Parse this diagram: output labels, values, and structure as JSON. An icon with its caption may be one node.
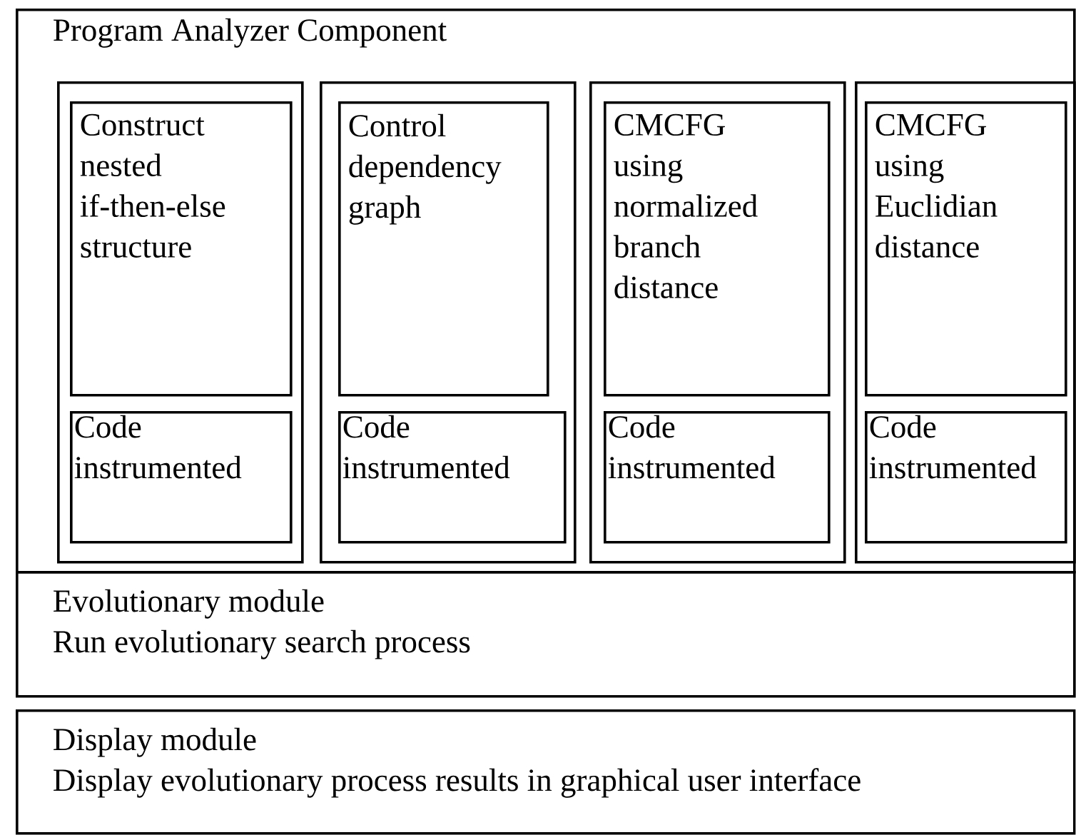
{
  "diagram": {
    "nodes": [
      {
        "text": [
          "Program Analyzer Component"
        ]
      },
      {
        "text": [],
        "shape": "box",
        "in": 0
      },
      {
        "text": [
          "Construct nested if-then-else structure"
        ],
        "in": 1
      },
      {
        "text": [
          "Code instrumented"
        ],
        "in": 1
      },
      {
        "text": [],
        "shape": "box",
        "in": 0
      },
      {
        "text": [
          "Control dependency graph"
        ],
        "in": 4
      },
      {
        "text": [
          "Code instrumented"
        ],
        "in": 4
      },
      {
        "text": [],
        "shape": "box",
        "in": 0
      },
      {
        "text": [
          "CMCFG using normalized branch distance"
        ],
        "in": 7
      },
      {
        "text": [
          "Code instrumented"
        ],
        "in": 7
      },
      {
        "text": [],
        "shape": "box",
        "in": 0
      },
      {
        "text": [
          "CMCFG using Euclidian distance"
        ],
        "in": 10
      },
      {
        "text": [
          "Code instrumented"
        ],
        "in": 10
      },
      {
        "text": [
          "Evolutionary module",
          "Run evolutionary search process"
        ]
      },
      {
        "text": [
          "Display module",
          "Display evolutionary process results in graphical user interface"
        ]
      }
    ]
  }
}
